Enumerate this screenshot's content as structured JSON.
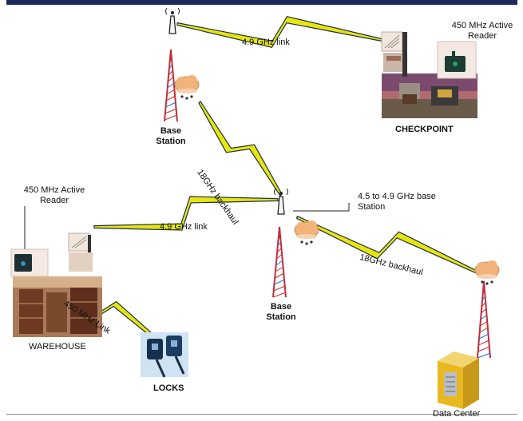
{
  "colors": {
    "link_fill": "#e6e60a",
    "link_stroke": "#1f2d52",
    "tower": "#c0303a",
    "tower_accent": "#2a6fd6",
    "cloud": "#f2b37a",
    "warehouse": "#8a4a2a",
    "checkpoint": "#7a4b6e",
    "lock": "#2c4f7a",
    "server": "#e8b820"
  },
  "icons": [
    "tower-icon",
    "omni-antenna-icon",
    "cloud-icon",
    "panel-antenna-icon",
    "reader-icon",
    "lock-icon",
    "server-icon"
  ],
  "labels": {
    "top_link": "4.9 GHz link",
    "reader_top": "450 MHz Active\nReader",
    "base_station_top": "Base\nStation",
    "checkpoint": "CHECKPOINT",
    "backhaul_diag": "18GHz backhaul",
    "base_range": "4.5 to 4.9 GHz base\nStation",
    "reader_left": "450 MHz Active\nReader",
    "mid_link": "4.9 GHz link",
    "backhaul_right": "18GHz backhaul",
    "base_station_mid": "Base\nStation",
    "warehouse": "WAREHOUSE",
    "lock_link": "450 MHz Link",
    "locks": "LOCKS",
    "data_center": "Data Center"
  }
}
